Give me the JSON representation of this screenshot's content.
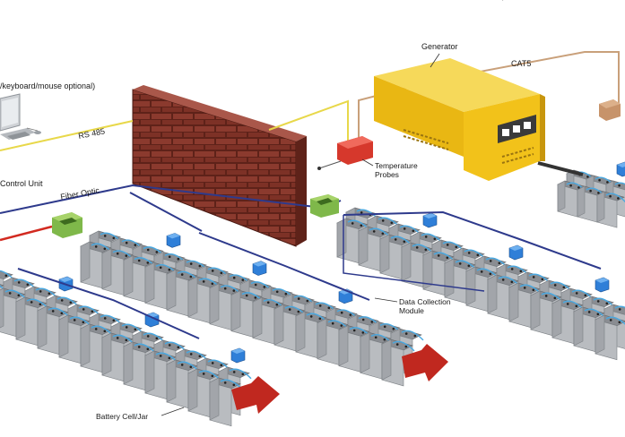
{
  "labels": {
    "monitor_note": "/keyboard/mouse optional)",
    "rs485": "RS 485",
    "control_unit": "Control Unit",
    "fiber_optic": "Fiber Optic",
    "generator": "Generator",
    "cat5": "CAT5",
    "temperature": "Temperature",
    "probes": "Probes",
    "data_collection": "Data Collection",
    "module": "Module",
    "battery_cell": "Battery Cell/Jar"
  },
  "colors": {
    "rs485_line": "#e8d84a",
    "cat5_line": "#c9a07a",
    "fiber_line": "#2e3a8c",
    "cable_light_blue": "#4aa8e0",
    "module_blue": "#2f7fd8",
    "battery_top": "#8a8d92",
    "battery_side": "#b9bcc0",
    "arrow_red": "#c0281f",
    "generator_yellow": "#f2c21a",
    "brick": "#8b3a2e"
  }
}
